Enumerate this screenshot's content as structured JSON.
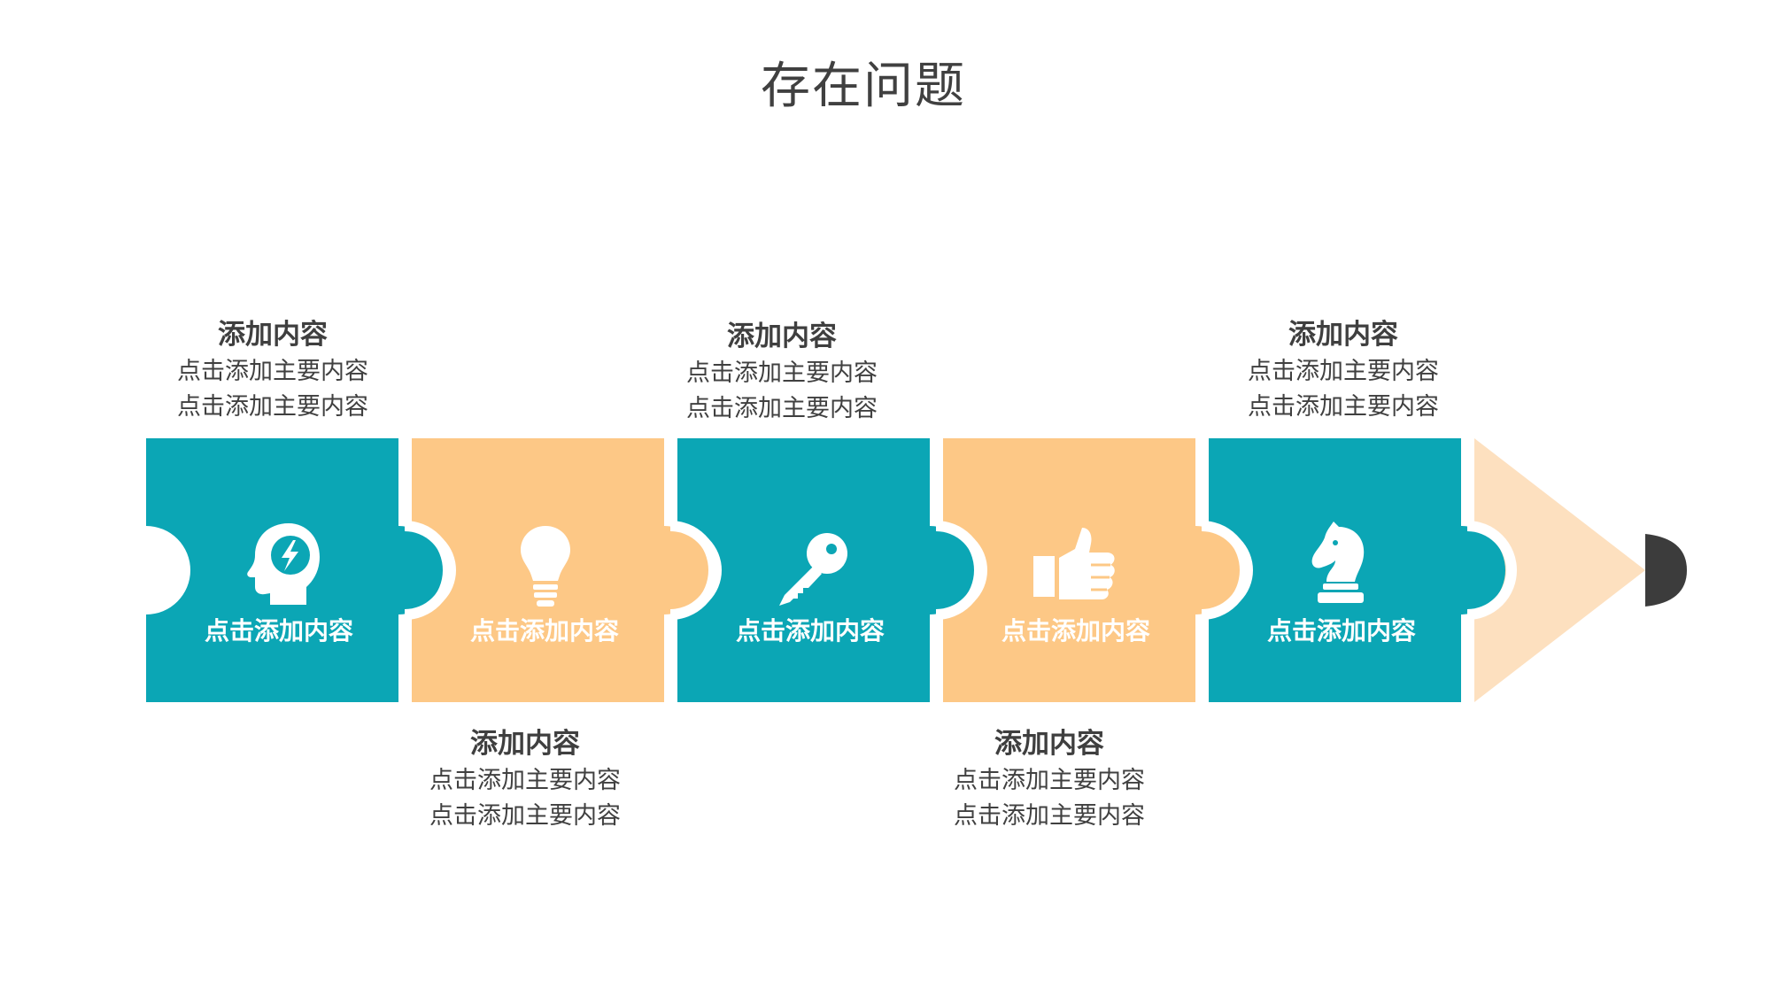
{
  "title": "存在问题",
  "colors": {
    "teal": "#0ba6b5",
    "orange": "#fdc886",
    "pencil_wood": "#fde0bf",
    "pencil_lead": "#3c3c3c",
    "text_dark": "#404040"
  },
  "steps": [
    {
      "label": "点击添加内容",
      "icon": "head-brain-icon",
      "color": "teal",
      "text_position": "top",
      "heading": "添加内容",
      "line1": "点击添加主要内容",
      "line2": "点击添加主要内容"
    },
    {
      "label": "点击添加内容",
      "icon": "lightbulb-icon",
      "color": "orange",
      "text_position": "bottom",
      "heading": "添加内容",
      "line1": "点击添加主要内容",
      "line2": "点击添加主要内容"
    },
    {
      "label": "点击添加内容",
      "icon": "key-icon",
      "color": "teal",
      "text_position": "top",
      "heading": "添加内容",
      "line1": "点击添加主要内容",
      "line2": "点击添加主要内容"
    },
    {
      "label": "点击添加内容",
      "icon": "thumbs-up-icon",
      "color": "orange",
      "text_position": "bottom",
      "heading": "添加内容",
      "line1": "点击添加主要内容",
      "line2": "点击添加主要内容"
    },
    {
      "label": "点击添加内容",
      "icon": "chess-knight-icon",
      "color": "teal",
      "text_position": "top",
      "heading": "添加内容",
      "line1": "点击添加主要内容",
      "line2": "点击添加主要内容"
    }
  ]
}
